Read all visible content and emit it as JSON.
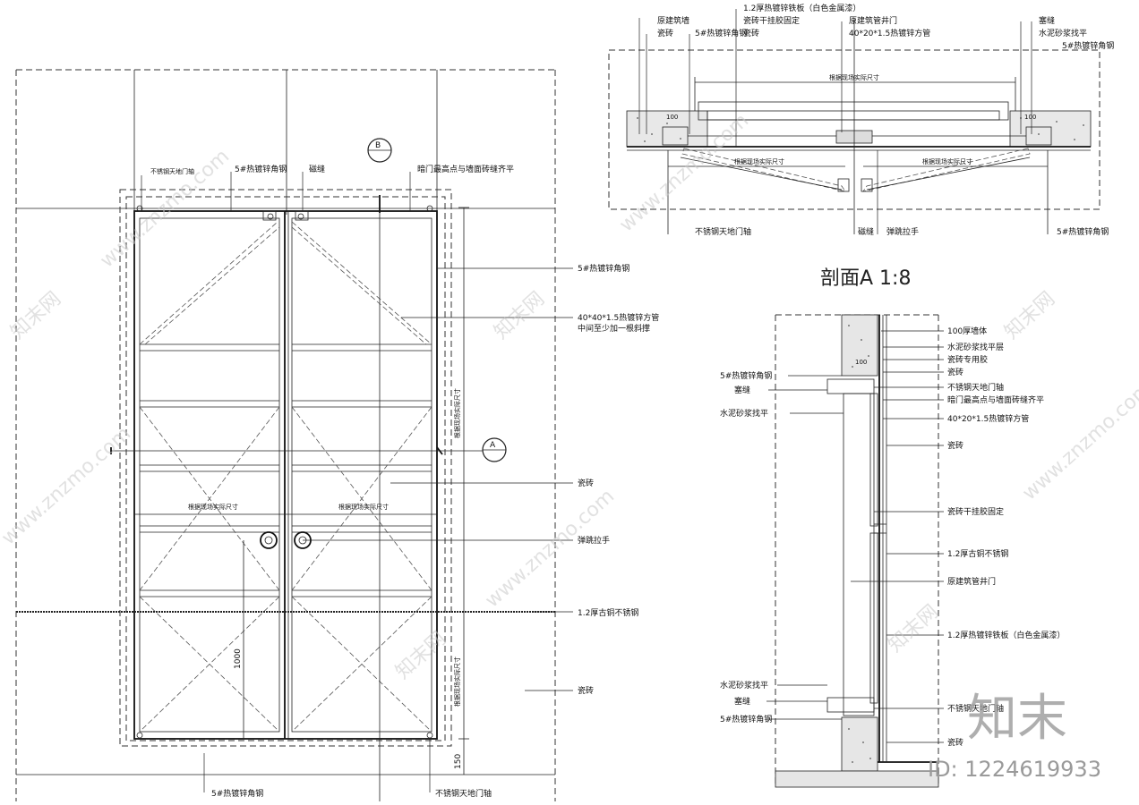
{
  "section_title": "剖面A  1:8",
  "watermark": {
    "site": "www.znzmo.com",
    "brand": "知末网",
    "logo": "知末",
    "id_text": "ID: 1224619933"
  },
  "markers": {
    "a": "A",
    "b": "B"
  },
  "dims": {
    "d1000": "1000",
    "d150": "150",
    "d100a": "100",
    "d100b": "100",
    "d100c": "100"
  },
  "elevation": {
    "top": {
      "t1": "不锈钢天地门轴",
      "t2": "5#热镀锌角钢",
      "t3": "磁缝",
      "t4": "暗门最高点与墙面砖缝齐平"
    },
    "right": {
      "r1": "5#热镀锌角钢",
      "r2a": "40*40*1.5热镀锌方管",
      "r2b": "中间至少加一根斜撑",
      "r3": "瓷砖",
      "r4": "弹跳拉手",
      "r5": "1.2厚古铜不锈钢",
      "r6": "瓷砖"
    },
    "bottom": {
      "b1": "5#热镀锌角钢",
      "b2": "不锈钢天地门轴"
    },
    "dim_labels": {
      "w1": "根据现场实际尺寸",
      "w2": "根据现场实际尺寸",
      "h1": "根据现场实际尺寸",
      "h2": "根据现场实际尺寸"
    }
  },
  "plan": {
    "top": {
      "p1": "原建筑墙",
      "p2": "瓷砖",
      "p3": "5#热镀锌角钢",
      "p4": "1.2厚热镀锌铁板（白色金属漆）",
      "p5": "瓷砖干挂胶固定",
      "p6": "瓷砖",
      "p7": "原建筑管井门",
      "p8": "40*20*1.5热镀锌方管",
      "p9": "塞缝",
      "p10": "水泥砂浆找平",
      "p11": "5#热镀锌角钢"
    },
    "dim": {
      "w": "根据现场实际尺寸",
      "l": "根据现场实际尺寸",
      "r": "根据现场实际尺寸"
    },
    "bottom": {
      "q1": "不锈钢天地门轴",
      "q2": "磁缝",
      "q3": "弹跳拉手",
      "q4": "5#热镀锌角钢"
    }
  },
  "section": {
    "right": {
      "s1": "100厚墙体",
      "s2": "水泥砂浆找平层",
      "s3": "瓷砖专用胶",
      "s4": "瓷砖",
      "s5": "不锈钢天地门轴",
      "s6": "暗门最高点与墙面砖缝齐平",
      "s7": "40*20*1.5热镀锌方管",
      "s8": "瓷砖",
      "s9": "瓷砖干挂胶固定",
      "s10": "1.2厚古铜不锈钢",
      "s11": "原建筑管井门",
      "s12": "1.2厚热镀锌铁板（白色金属漆）",
      "s13": "不锈钢天地门轴",
      "s14": "瓷砖"
    },
    "left": {
      "l1": "5#热镀锌角钢",
      "l2": "塞缝",
      "l3": "水泥砂浆找平",
      "l4": "水泥砂浆找平",
      "l5": "塞缝",
      "l6": "5#热镀锌角钢"
    }
  }
}
